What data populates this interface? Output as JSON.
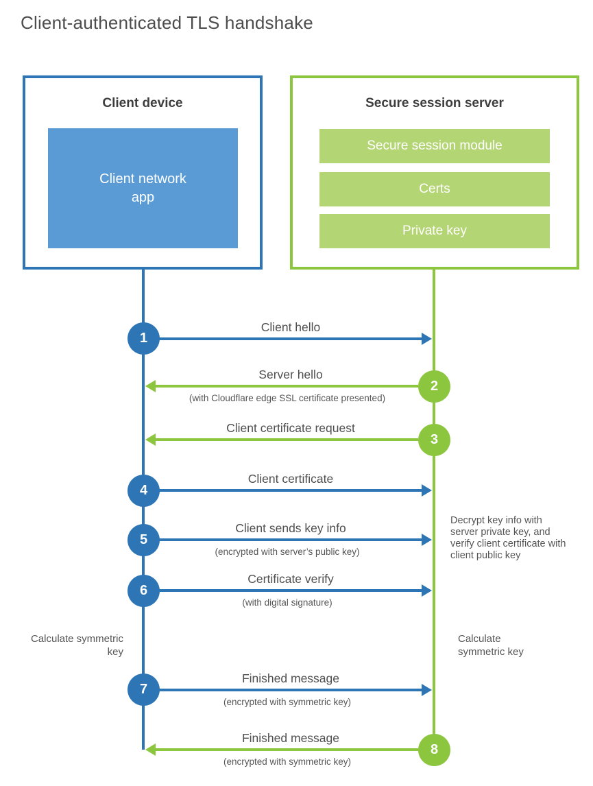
{
  "title": "Client-authenticated TLS handshake",
  "colors": {
    "blue_strong": "#2e75b6",
    "blue_light": "#5b9bd5",
    "green_strong": "#8cc63e",
    "green_light": "#b4d573",
    "text_gray": "#4f4f4f"
  },
  "client": {
    "heading": "Client device",
    "app_label": "Client network app"
  },
  "server": {
    "heading": "Secure session server",
    "modules": [
      "Secure session module",
      "Certs",
      "Private key"
    ]
  },
  "steps": [
    {
      "number": "1",
      "actor": "client",
      "direction": "right",
      "label": "Client hello",
      "subtitle": ""
    },
    {
      "number": "2",
      "actor": "server",
      "direction": "left",
      "label": "Server hello",
      "subtitle": "(with Cloudflare edge SSL certificate presented)"
    },
    {
      "number": "3",
      "actor": "server",
      "direction": "left",
      "label": "Client certificate request",
      "subtitle": ""
    },
    {
      "number": "4",
      "actor": "client",
      "direction": "right",
      "label": "Client certificate",
      "subtitle": ""
    },
    {
      "number": "5",
      "actor": "client",
      "direction": "right",
      "label": "Client sends key info",
      "subtitle": "(encrypted with server’s public key)"
    },
    {
      "number": "6",
      "actor": "client",
      "direction": "right",
      "label": "Certificate verify",
      "subtitle": "(with digital signature)"
    },
    {
      "number": "7",
      "actor": "client",
      "direction": "right",
      "label": "Finished message",
      "subtitle": "(encrypted with symmetric key)"
    },
    {
      "number": "8",
      "actor": "server",
      "direction": "left",
      "label": "Finished message",
      "subtitle": "(encrypted with symmetric key)"
    }
  ],
  "annotations": {
    "decrypt_note": "Decrypt key info with server private key, and verify client certificate with client public key",
    "calc_left": "Calculate symmetric key",
    "calc_right": "Calculate symmetric key"
  }
}
